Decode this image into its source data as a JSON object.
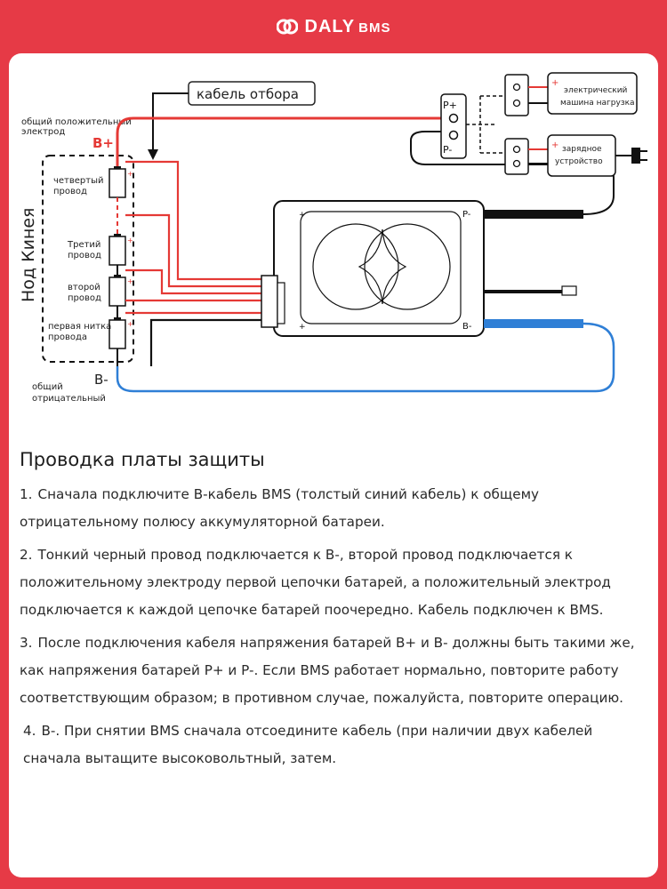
{
  "brand": {
    "name": "DALY",
    "suffix": "BMS"
  },
  "diagram": {
    "sense_cable": "кабель отбора",
    "common_positive": [
      "общий положительный",
      "электрод"
    ],
    "b_plus": "B+",
    "b_minus": "B-",
    "common_negative": [
      "общий",
      "отрицательный"
    ],
    "node_label": "Нод Кинея",
    "wires": {
      "fourth": [
        "четвертый",
        "провод"
      ],
      "third": [
        "Третий",
        "провод"
      ],
      "second": [
        "второй",
        "провод"
      ],
      "first": [
        "первая нитка",
        "провода"
      ]
    },
    "p_plus": "P+",
    "p_minus": "P-",
    "load": [
      "электрический",
      "машина нагрузка"
    ],
    "charger": [
      "зарядное",
      "устройство"
    ],
    "board_pminus": "P-",
    "board_bminus": "B-",
    "board_plus": "+",
    "plus_sign": "+",
    "minus_sign": "-"
  },
  "text": {
    "heading": "Проводка платы защиты",
    "steps": [
      {
        "num": "1.",
        "text": "Сначала подключите B-кабель BMS (толстый синий кабель) к общему отрицательному полюсу аккумуляторной батареи."
      },
      {
        "num": "2.",
        "text": "Тонкий черный провод подключается к B-, второй провод подключается к положительному электроду первой цепочки батарей, а положительный электрод подключается к каждой цепочке батарей поочередно. Кабель подключен к BMS."
      },
      {
        "num": "3.",
        "text": "После подключения кабеля напряжения батарей B+ и B- должны быть такими же, как напряжения батарей P+ и P-. Если BMS работает нормально, повторите работу соответствующим образом; в противном случае, пожалуйста, повторите операцию."
      },
      {
        "num": "4.",
        "text": "B-. При снятии BMS сначала отсоедините кабель (при наличии двух кабелей сначала вытащите высоковольтный, затем."
      }
    ]
  },
  "colors": {
    "brand_red": "#e63a46",
    "wire_red": "#e53935",
    "wire_blue": "#2f7fd6",
    "wire_black": "#111111"
  }
}
